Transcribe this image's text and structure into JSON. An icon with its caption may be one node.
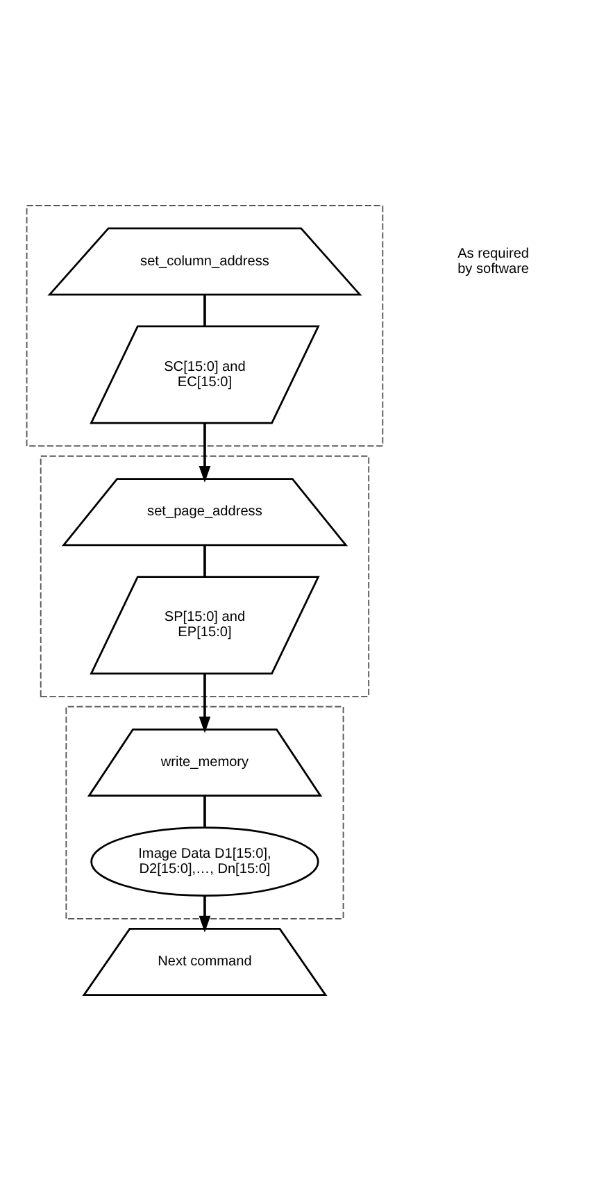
{
  "diagram": {
    "nodes": [
      {
        "text": [],
        "shape": "box"
      },
      {
        "text": [
          "set_column_address"
        ],
        "in": 0
      },
      {
        "text": [
          "SC[15:0] and EC[15:0]"
        ],
        "in": 0
      },
      {
        "text": [],
        "shape": "box"
      },
      {
        "text": [
          "set_page_address"
        ],
        "in": 3
      },
      {
        "text": [
          "SP[15:0] and EP[15:0]"
        ],
        "in": 3
      },
      {
        "text": [],
        "shape": "box"
      },
      {
        "text": [
          "write_memory"
        ],
        "in": 6
      },
      {
        "text": [
          "Image Data D1[15:0], D2[15:0],…, Dn[15:0]"
        ],
        "in": 6
      },
      {
        "text": [
          "Next command"
        ]
      }
    ],
    "edges": [
      {
        "from": 1,
        "to": 2,
        "arrow": "none"
      },
      {
        "from": 2,
        "to": 4,
        "arrow": "to"
      },
      {
        "from": 4,
        "to": 5,
        "arrow": "none"
      },
      {
        "from": 5,
        "to": 7,
        "arrow": "to"
      },
      {
        "from": 7,
        "to": 8,
        "arrow": "none"
      },
      {
        "from": 8,
        "to": 9,
        "arrow": "to"
      }
    ],
    "labels": [
      "As required by software"
    ]
  }
}
